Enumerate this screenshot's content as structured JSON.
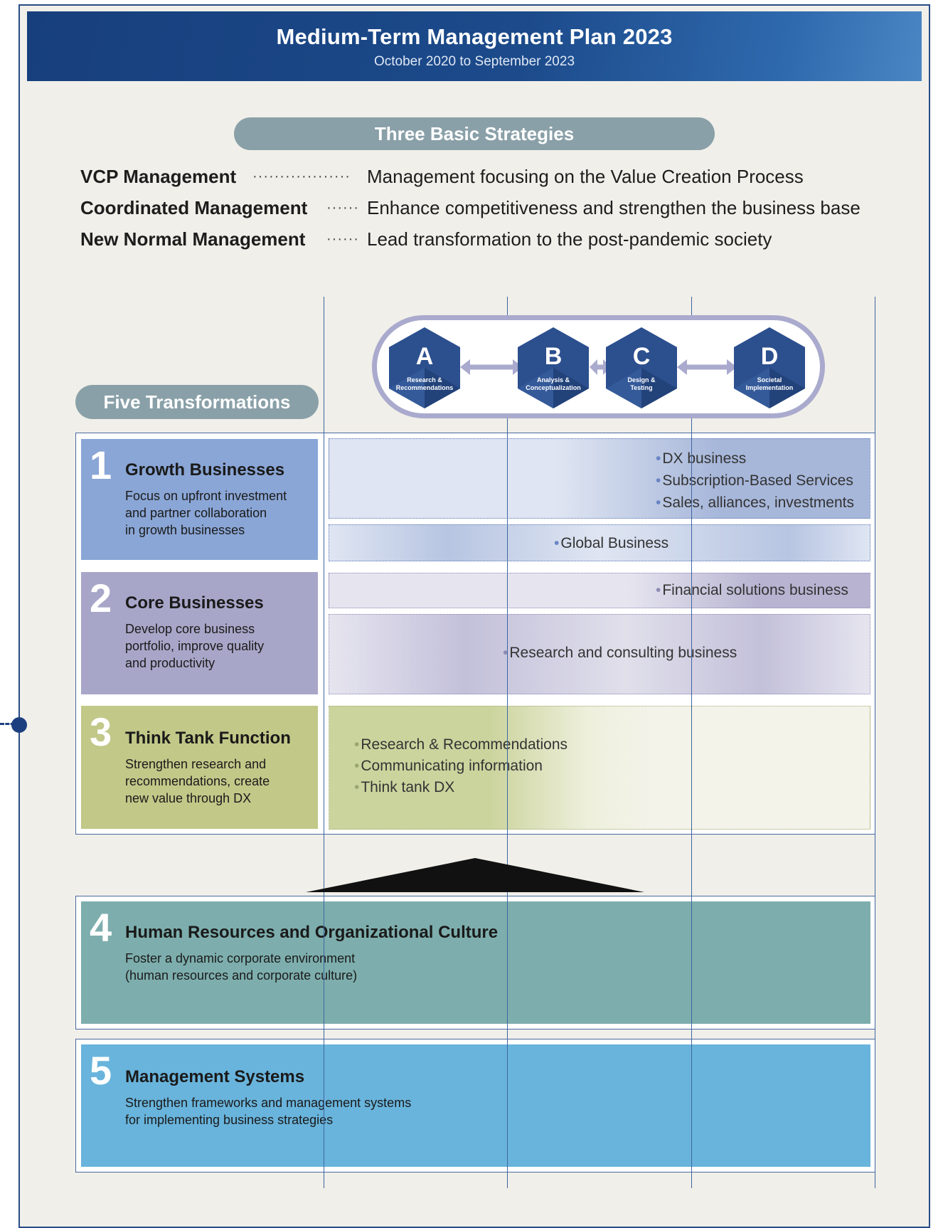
{
  "header": {
    "title": "Medium-Term Management Plan 2023",
    "subtitle": "October 2020 to September 2023"
  },
  "strategies": {
    "heading": "Three Basic Strategies",
    "items": [
      {
        "name": "VCP Management",
        "dots": "··················",
        "desc": "Management focusing on the Value Creation Process"
      },
      {
        "name": "Coordinated Management",
        "dots": "······",
        "desc": "Enhance competitiveness and strengthen the business base"
      },
      {
        "name": "New Normal Management",
        "dots": "······",
        "desc": "Lead transformation to the post-pandemic society"
      }
    ]
  },
  "vcp": {
    "steps": [
      {
        "letter": "A",
        "label_1": "Research &",
        "label_2": "Recommendations"
      },
      {
        "letter": "B",
        "label_1": "Analysis &",
        "label_2": "Conceptualization"
      },
      {
        "letter": "C",
        "label_1": "Design &",
        "label_2": "Testing"
      },
      {
        "letter": "D",
        "label_1": "Societal",
        "label_2": "Implementation"
      }
    ]
  },
  "transformations": {
    "heading": "Five Transformations",
    "items": [
      {
        "num": "1",
        "title": "Growth Businesses",
        "desc": "Focus on upfront investment\nand partner collaboration\nin growth businesses",
        "color": "#8aa6d6"
      },
      {
        "num": "2",
        "title": "Core Businesses",
        "desc": "Develop core business\nportfolio, improve quality\nand productivity",
        "color": "#a8a6c8"
      },
      {
        "num": "3",
        "title": "Think Tank Function",
        "desc": "Strengthen research and\nrecommendations, create\nnew value through DX",
        "color": "#c2c888"
      },
      {
        "num": "4",
        "title": "Human Resources and Organizational Culture",
        "desc": "Foster a dynamic corporate environment\n(human resources and corporate culture)",
        "color": "#7daead"
      },
      {
        "num": "5",
        "title": "Management Systems",
        "desc": "Strengthen frameworks and management systems\nfor implementing business strategies",
        "color": "#69b4dc"
      }
    ]
  },
  "businesses": {
    "growth": [
      "DX business",
      "Subscription-Based Services",
      "Sales, alliances, investments"
    ],
    "global": "Global Business",
    "financial": "Financial solutions business",
    "research": "Research and consulting business",
    "think_tank": [
      "Research & Recommendations",
      "Communicating information",
      "Think tank DX"
    ]
  },
  "colors": {
    "banner": "#1c4a8a",
    "hexagon": "#2c4f8e",
    "capsule_border": "#a9aacd",
    "pill": "#8aa0a8"
  }
}
